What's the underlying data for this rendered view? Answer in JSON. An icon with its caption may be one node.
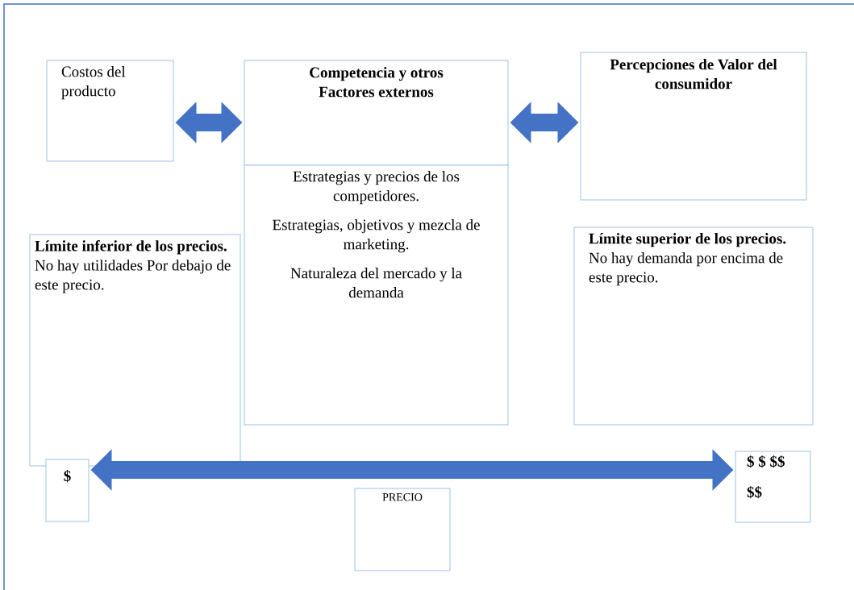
{
  "diagram": {
    "nodes": [
      {
        "text": [
          "Costos del producto"
        ]
      },
      {
        "text": [
          "Competencia y otros Factores externos"
        ]
      },
      {
        "text": [
          "Percepciones de Valor del consumidor"
        ]
      },
      {
        "text": [
          "Estrategias y precios de los competidores.",
          "Estrategias, objetivos y mezcla de marketing.",
          "Naturaleza del mercado y la demanda"
        ]
      },
      {
        "text": [
          "Límite inferior de los precios.",
          "No hay utilidades Por debajo de este precio."
        ]
      },
      {
        "text": [
          "Límite superior de los precios.",
          "No hay demanda por encima de este precio."
        ]
      },
      {
        "text": [
          "$"
        ]
      },
      {
        "text": [
          "$ $ $$",
          "$$"
        ]
      },
      {
        "text": [
          "PRECIO"
        ]
      }
    ],
    "edges": [
      {
        "from": 0,
        "to": 1,
        "arrow": "both"
      },
      {
        "from": 1,
        "to": 2,
        "arrow": "both"
      },
      {
        "from": 6,
        "to": 7,
        "arrow": "both"
      }
    ]
  }
}
